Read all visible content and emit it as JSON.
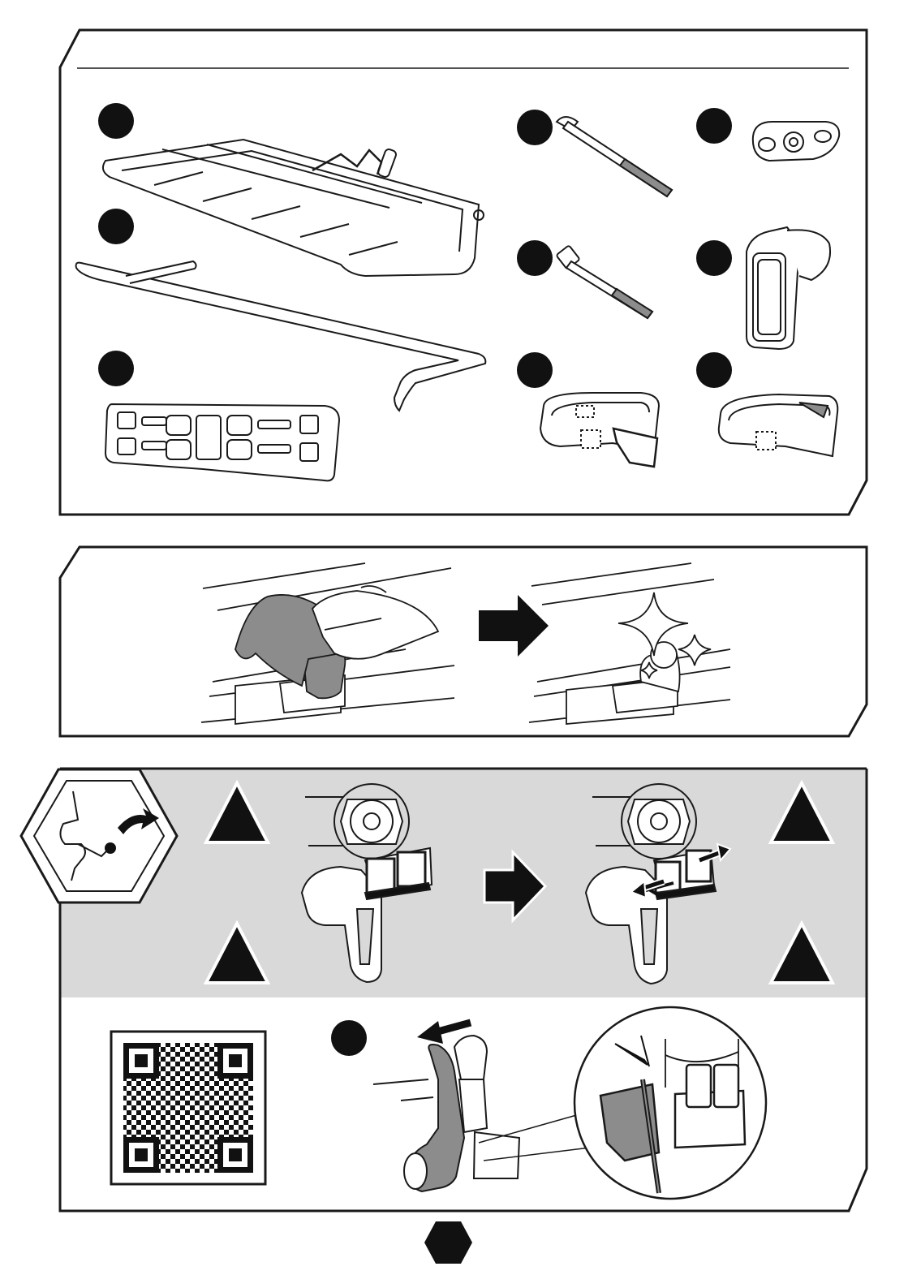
{
  "page": {
    "background": "#ffffff",
    "ink": "#1a1a1a",
    "panel_gray": "#d9d9d9",
    "part_gray": "#8c8c8c"
  },
  "panels": [
    {
      "name": "parts-list-panel",
      "parts": [
        "rack-platform",
        "rail-bar",
        "base-plate",
        "long-bolt",
        "short-bolt",
        "wing-nut",
        "clamp-bracket",
        "strap-with-buckle",
        "strap-loop"
      ]
    },
    {
      "name": "cleaning-panel",
      "icons": [
        "hand-wipe-icon",
        "arrow-right-icon",
        "sparkle-clean-icon"
      ]
    },
    {
      "name": "release-panel",
      "icons": [
        "tow-hook-hexagon-icon",
        "warning-triangle-icon",
        "arrow-right-icon"
      ]
    },
    {
      "name": "qr-panel",
      "icons": [
        "qr-code-icon",
        "arrow-left-icon",
        "detail-zoom-icon"
      ]
    }
  ],
  "footer": {
    "icon": "page-hexagon-icon"
  }
}
